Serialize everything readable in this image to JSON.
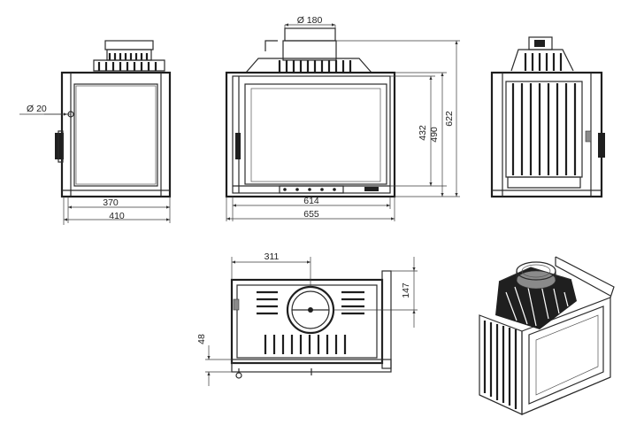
{
  "drawing": {
    "title": "",
    "line_color": "#222222",
    "background": "#ffffff"
  },
  "dimensions": {
    "flue_diameter": "Ø 180",
    "air_inlet_diameter": "Ø 20",
    "side_inner_width": "370",
    "side_outer_width": "410",
    "front_inner_width": "614",
    "front_outer_width": "655",
    "door_height": "432",
    "body_height": "490",
    "total_height": "622",
    "flue_offset_x": "311",
    "flue_offset_y": "147",
    "bottom_offset": "48"
  },
  "views": [
    "side-view",
    "front-view",
    "rear-view",
    "top-view",
    "isometric-view"
  ]
}
